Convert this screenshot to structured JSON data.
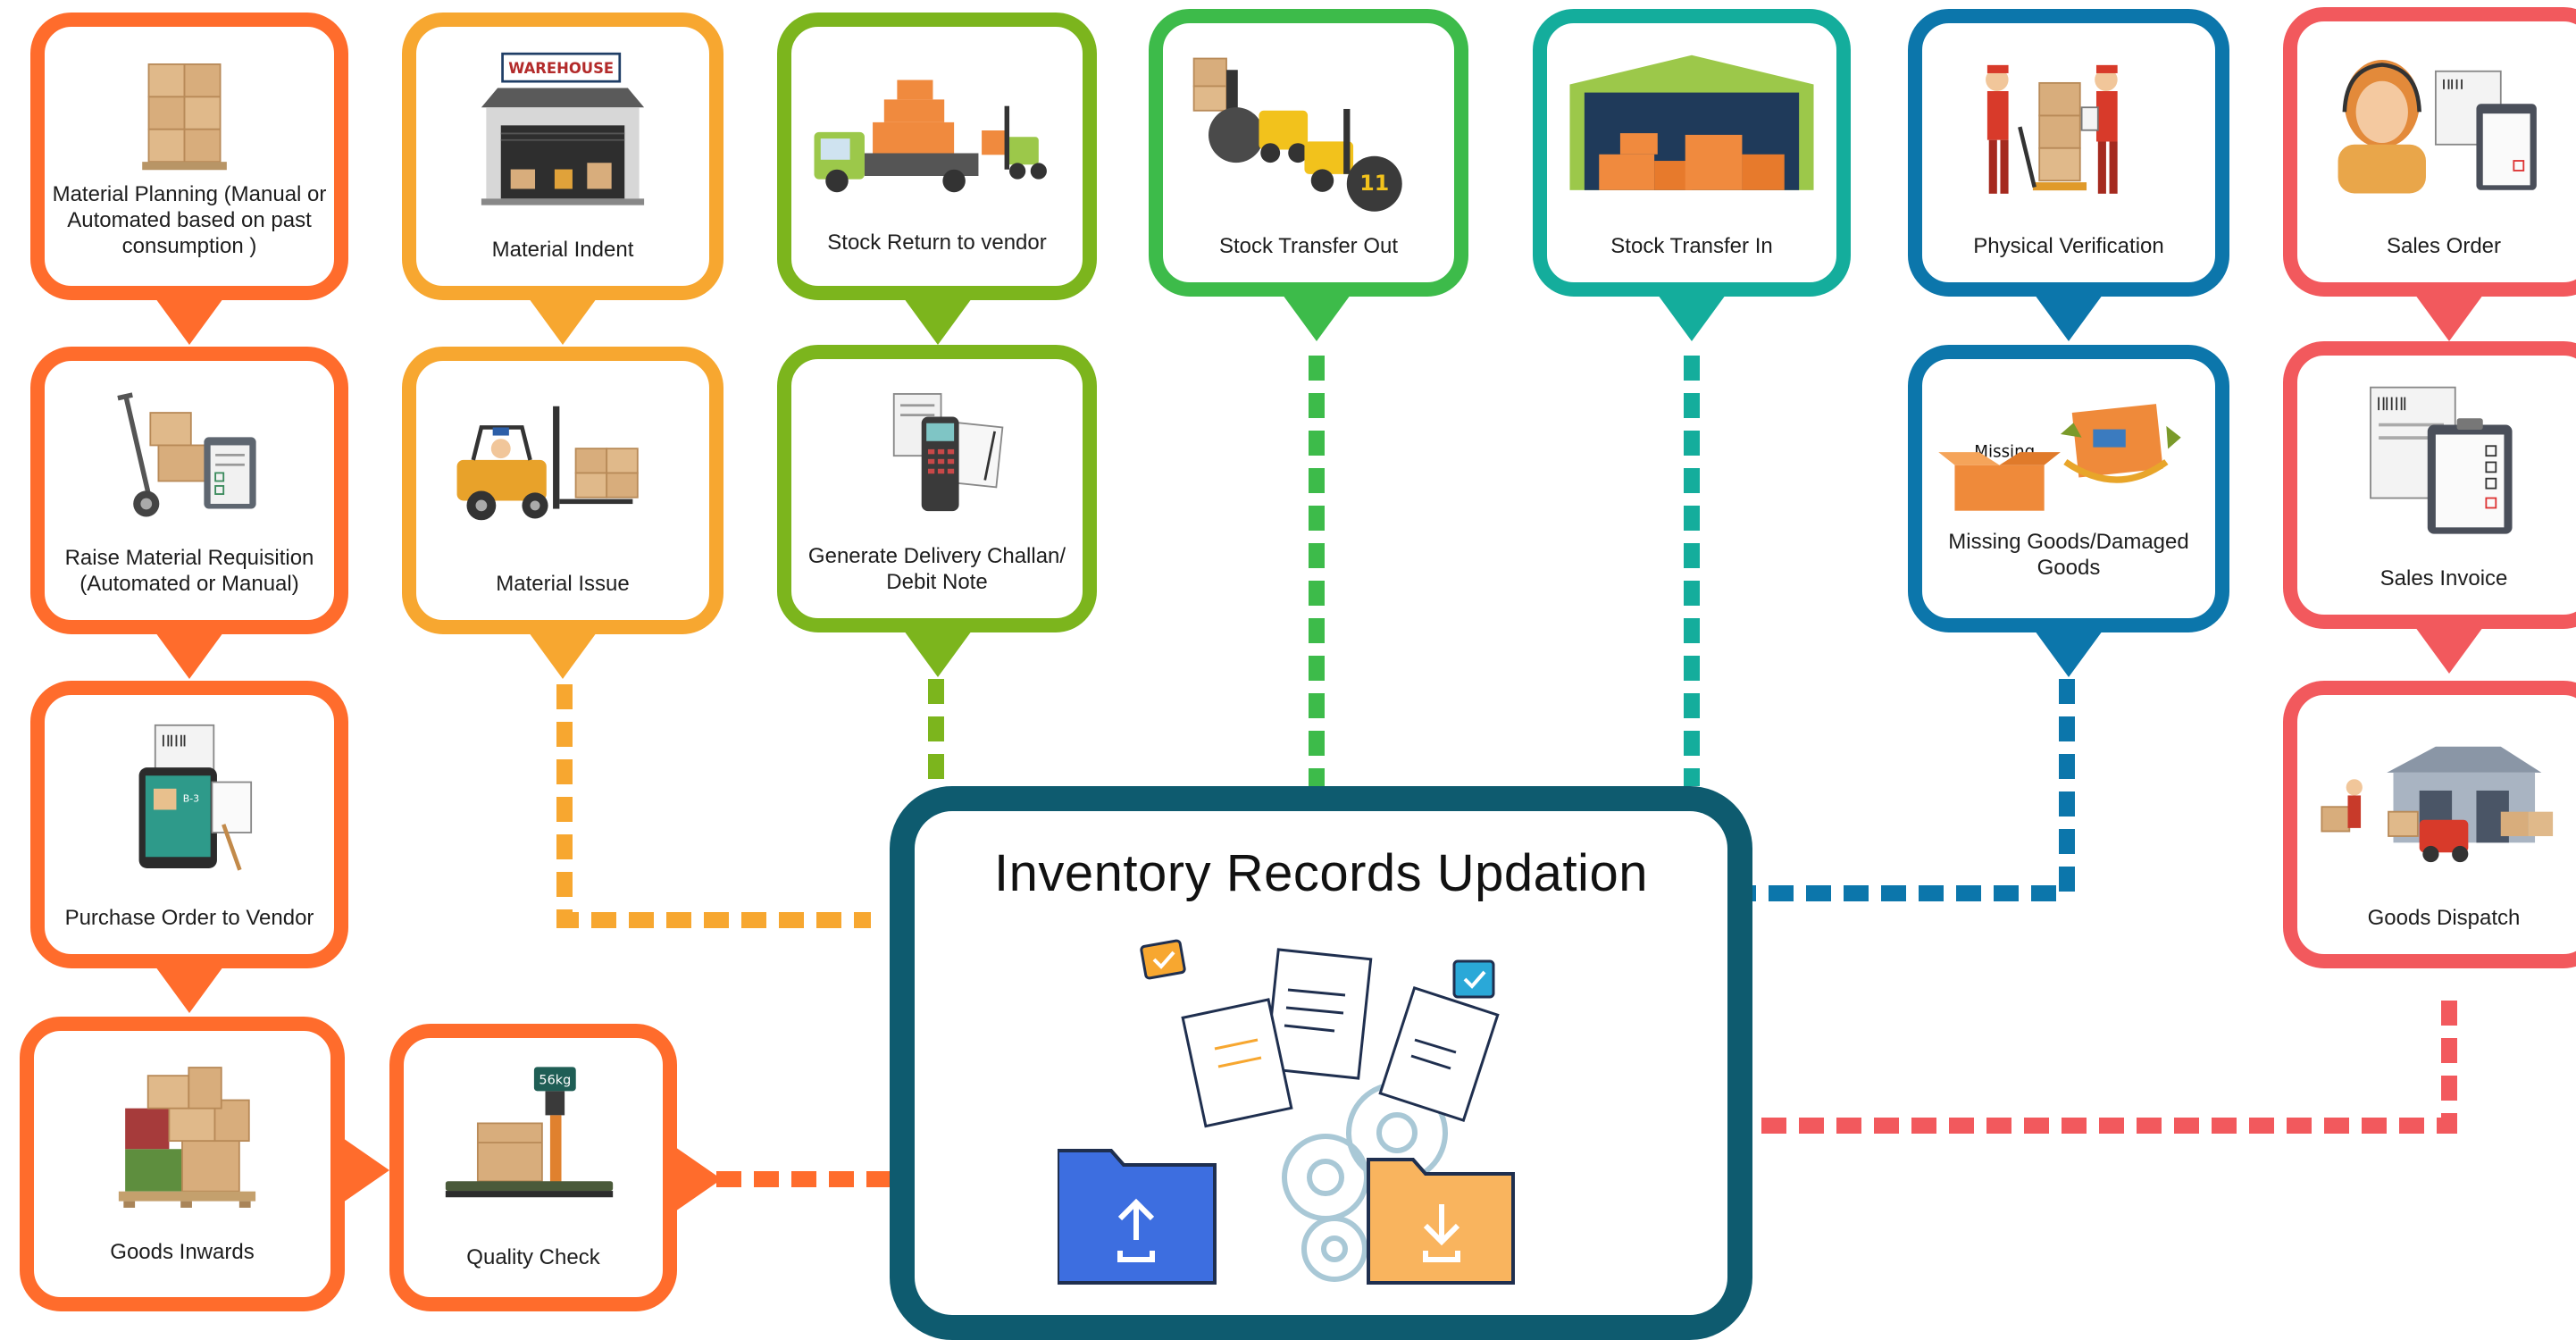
{
  "colors": {
    "orange": "#ff6c2c",
    "amber": "#f7a730",
    "green": "#7cb51d",
    "bright_green": "#3dbb4a",
    "teal": "#14ad9c",
    "blue": "#0c76ab",
    "red": "#f2595d",
    "navy": "#0e5b6f"
  },
  "center": {
    "title": "Inventory Records Updation",
    "icon": "folders-documents-gears-illustration"
  },
  "nodes": {
    "material_planning": {
      "label": "Material Planning (Manual or Automated based on past consumption )",
      "icon": "stacked-boxes-icon"
    },
    "material_requisition": {
      "label": "Raise Material Requisition (Automated or Manual)",
      "icon": "hand-truck-clipboard-icon"
    },
    "purchase_order": {
      "label": "Purchase Order to Vendor",
      "icon": "tablet-barcode-icon"
    },
    "goods_inwards": {
      "label": "Goods Inwards",
      "icon": "pallet-boxes-icon"
    },
    "quality_check": {
      "label": "Quality Check",
      "icon": "weighing-scale-icon",
      "scale_readout": "56kg"
    },
    "material_indent": {
      "label": "Material Indent",
      "icon": "warehouse-icon",
      "sign_text": "WAREHOUSE"
    },
    "material_issue": {
      "label": "Material Issue",
      "icon": "forklift-icon"
    },
    "stock_return": {
      "label": "Stock Return to vendor",
      "icon": "truck-forklift-icon"
    },
    "delivery_challan": {
      "label": "Generate Delivery Challan/ Debit Note",
      "icon": "scanner-document-icon"
    },
    "stock_transfer_out": {
      "label": "Stock Transfer Out",
      "icon": "forklifts-icon"
    },
    "stock_transfer_in": {
      "label": "Stock Transfer In",
      "icon": "warehouse-shed-icon"
    },
    "physical_verification": {
      "label": "Physical Verification",
      "icon": "workers-icon"
    },
    "missing_goods": {
      "label": "Missing Goods/Damaged Goods",
      "icon": "damaged-box-icon",
      "tag_text": "Missing"
    },
    "sales_order": {
      "label": "Sales Order",
      "icon": "support-agent-icon"
    },
    "sales_invoice": {
      "label": "Sales Invoice",
      "icon": "invoice-clipboard-icon"
    },
    "goods_dispatch": {
      "label": "Goods Dispatch",
      "icon": "dispatch-warehouse-icon"
    }
  }
}
